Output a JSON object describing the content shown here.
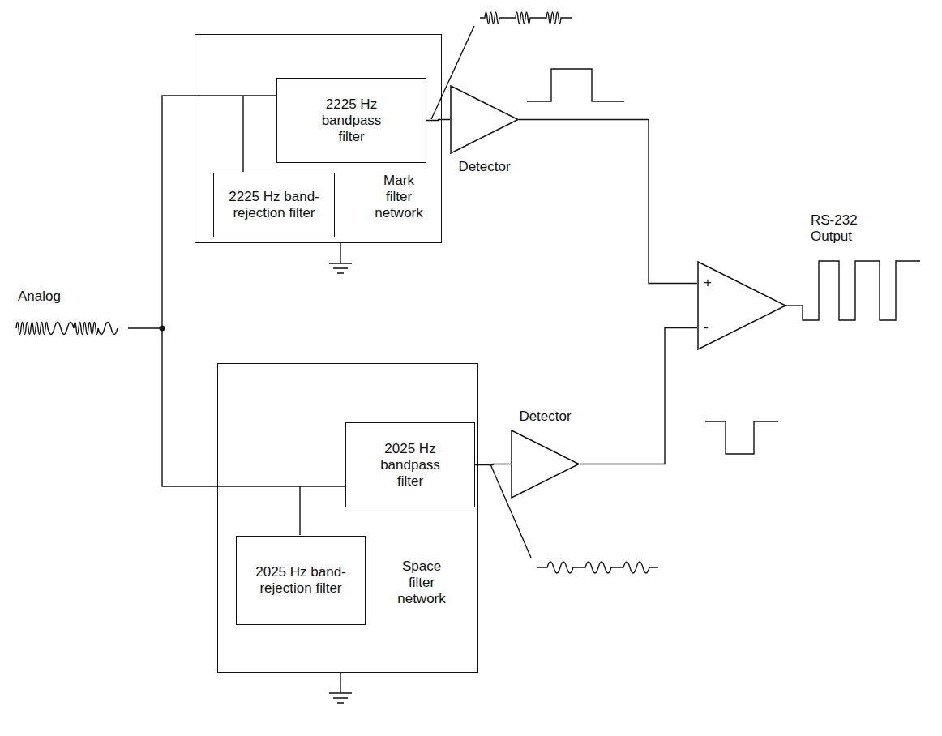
{
  "diagram": {
    "nodes": [
      {
        "text": [
          "Mark filter network"
        ]
      },
      {
        "text": [
          "2225 Hz bandpass filter"
        ],
        "in": 0
      },
      {
        "text": [
          "2225 Hz band-rejection filter"
        ],
        "in": 0
      },
      {
        "text": [
          "Detector"
        ]
      },
      {
        "text": [
          "+",
          "-"
        ]
      },
      {
        "text": [
          "Space filter network"
        ]
      },
      {
        "text": [
          "2025 Hz bandpass filter"
        ],
        "in": 5
      },
      {
        "text": [
          "2025 Hz band-rejection filter"
        ],
        "in": 5
      },
      {
        "text": [
          "Detector"
        ]
      }
    ],
    "edges": [
      {
        "from": 1,
        "to": 3,
        "arrow": "none"
      },
      {
        "from": 6,
        "to": 8,
        "arrow": "none"
      },
      {
        "from": 3,
        "to": 4,
        "arrow": "none"
      },
      {
        "from": 8,
        "to": 4,
        "arrow": "none"
      }
    ],
    "labels": [
      "Analog",
      "RS-232 Output"
    ]
  }
}
